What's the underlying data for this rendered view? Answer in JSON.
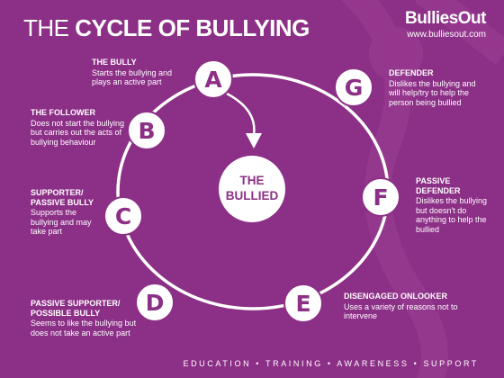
{
  "title": {
    "light": "THE",
    "bold": "CYCLE OF BULLYING"
  },
  "brand": {
    "name": "BulliesOut",
    "url": "www.bulliesout.com"
  },
  "center": {
    "line1": "THE",
    "line2": "BULLIED"
  },
  "nodes": [
    {
      "letter": "A",
      "name": "THE BULLY",
      "desc": "Starts the bullying and plays an active part"
    },
    {
      "letter": "B",
      "name": "THE FOLLOWER",
      "desc": "Does not start the bullying but carries out the acts of bullying behaviour"
    },
    {
      "letter": "C",
      "name": "SUPPORTER/ PASSIVE BULLY",
      "desc": "Supports the bullying and may take part"
    },
    {
      "letter": "D",
      "name": "PASSIVE SUPPORTER/ POSSIBLE BULLY",
      "desc": "Seems to like the bullying but does not take an active part"
    },
    {
      "letter": "E",
      "name": "DISENGAGED ONLOOKER",
      "desc": "Uses a variety of reasons not to intervene"
    },
    {
      "letter": "F",
      "name": "PASSIVE DEFENDER",
      "desc": "Dislikes the bullying but doesn't do anything to help the bullied"
    },
    {
      "letter": "G",
      "name": "DEFENDER",
      "desc": "Dislikes the bullying and will help/try to help the person being bullied"
    }
  ],
  "footer": "EDUCATION • TRAINING • AWARENESS • SUPPORT",
  "colors": {
    "background": "#8c2f86",
    "accent": "#ffffff",
    "node_text": "#8c2f86"
  }
}
